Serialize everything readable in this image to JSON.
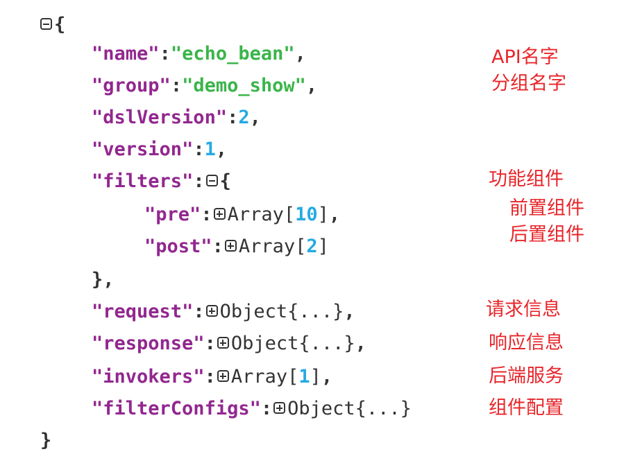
{
  "json_view": {
    "root_open": "{",
    "root_close": "}",
    "comma": ",",
    "colon": ":",
    "quote": "\"",
    "lines": {
      "name": {
        "key": "name",
        "value": "echo_bean"
      },
      "group": {
        "key": "group",
        "value": "demo_show"
      },
      "dslVersion": {
        "key": "dslVersion",
        "value": "2"
      },
      "version": {
        "key": "version",
        "value": "1"
      },
      "filters": {
        "key": "filters",
        "open": "{",
        "close": "},"
      },
      "pre": {
        "key": "pre",
        "type": "Array",
        "count": "10"
      },
      "post": {
        "key": "post",
        "type": "Array",
        "count": "2"
      },
      "request": {
        "key": "request",
        "summary": "Object{...}"
      },
      "response": {
        "key": "response",
        "summary": "Object{...}"
      },
      "invokers": {
        "key": "invokers",
        "type": "Array",
        "count": "1"
      },
      "filterConfigs": {
        "key": "filterConfigs",
        "summary": "Object{...}"
      }
    }
  },
  "annotations": {
    "name": "API名字",
    "group": "分组名字",
    "filters": "功能组件",
    "pre": "前置组件",
    "post": "后置组件",
    "request": "请求信息",
    "response": "响应信息",
    "invokers": "后端服务",
    "filterConfigs": "组件配置"
  },
  "icons": {
    "collapse": "collapse-toggle-icon",
    "expand": "expand-toggle-icon"
  },
  "colors": {
    "key": "#92278f",
    "string": "#3ab54a",
    "number": "#25aae2",
    "text": "#333333",
    "annotation": "#e8252a"
  }
}
